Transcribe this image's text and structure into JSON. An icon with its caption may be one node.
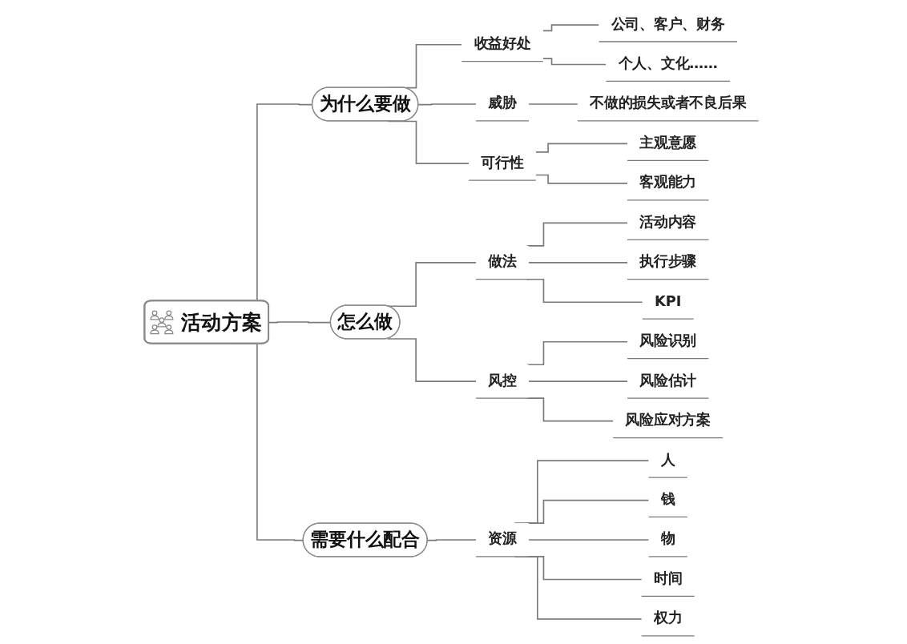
{
  "diagram": {
    "nodes": [
      {
        "text": [
          "活动方案"
        ]
      },
      {
        "text": [
          "为什么要做"
        ]
      },
      {
        "text": [
          "收益好处"
        ]
      },
      {
        "text": [
          "公司、客户、财务"
        ]
      },
      {
        "text": [
          "个人、文化……"
        ]
      },
      {
        "text": [
          "威胁"
        ]
      },
      {
        "text": [
          "不做的损失或者不良后果"
        ]
      },
      {
        "text": [
          "可行性"
        ]
      },
      {
        "text": [
          "主观意愿"
        ]
      },
      {
        "text": [
          "客观能力"
        ]
      },
      {
        "text": [
          "怎么做"
        ]
      },
      {
        "text": [
          "做法"
        ]
      },
      {
        "text": [
          "活动内容"
        ]
      },
      {
        "text": [
          "执行步骤"
        ]
      },
      {
        "text": [
          "KPI"
        ]
      },
      {
        "text": [
          "风控"
        ]
      },
      {
        "text": [
          "风险识别"
        ]
      },
      {
        "text": [
          "风险估计"
        ]
      },
      {
        "text": [
          "风险应对方案"
        ]
      },
      {
        "text": [
          "需要什么配合"
        ]
      },
      {
        "text": [
          "资源"
        ]
      },
      {
        "text": [
          "人"
        ]
      },
      {
        "text": [
          "钱"
        ]
      },
      {
        "text": [
          "物"
        ]
      },
      {
        "text": [
          "时间"
        ]
      },
      {
        "text": [
          "权力"
        ]
      }
    ],
    "edges": [
      {
        "from": 0,
        "to": 1,
        "arrow": "none"
      },
      {
        "from": 1,
        "to": 2,
        "arrow": "none"
      },
      {
        "from": 2,
        "to": 3,
        "arrow": "none"
      },
      {
        "from": 2,
        "to": 4,
        "arrow": "none"
      },
      {
        "from": 1,
        "to": 5,
        "arrow": "none"
      },
      {
        "from": 5,
        "to": 6,
        "arrow": "none"
      },
      {
        "from": 1,
        "to": 7,
        "arrow": "none"
      },
      {
        "from": 7,
        "to": 8,
        "arrow": "none"
      },
      {
        "from": 7,
        "to": 9,
        "arrow": "none"
      },
      {
        "from": 0,
        "to": 10,
        "arrow": "none"
      },
      {
        "from": 10,
        "to": 11,
        "arrow": "none"
      },
      {
        "from": 11,
        "to": 12,
        "arrow": "none"
      },
      {
        "from": 11,
        "to": 13,
        "arrow": "none"
      },
      {
        "from": 11,
        "to": 14,
        "arrow": "none"
      },
      {
        "from": 10,
        "to": 15,
        "arrow": "none"
      },
      {
        "from": 15,
        "to": 16,
        "arrow": "none"
      },
      {
        "from": 15,
        "to": 17,
        "arrow": "none"
      },
      {
        "from": 15,
        "to": 18,
        "arrow": "none"
      },
      {
        "from": 0,
        "to": 19,
        "arrow": "none"
      },
      {
        "from": 19,
        "to": 20,
        "arrow": "none"
      },
      {
        "from": 20,
        "to": 21,
        "arrow": "none"
      },
      {
        "from": 20,
        "to": 22,
        "arrow": "none"
      },
      {
        "from": 20,
        "to": 23,
        "arrow": "none"
      },
      {
        "from": 20,
        "to": 24,
        "arrow": "none"
      },
      {
        "from": 20,
        "to": 25,
        "arrow": "none"
      }
    ]
  }
}
